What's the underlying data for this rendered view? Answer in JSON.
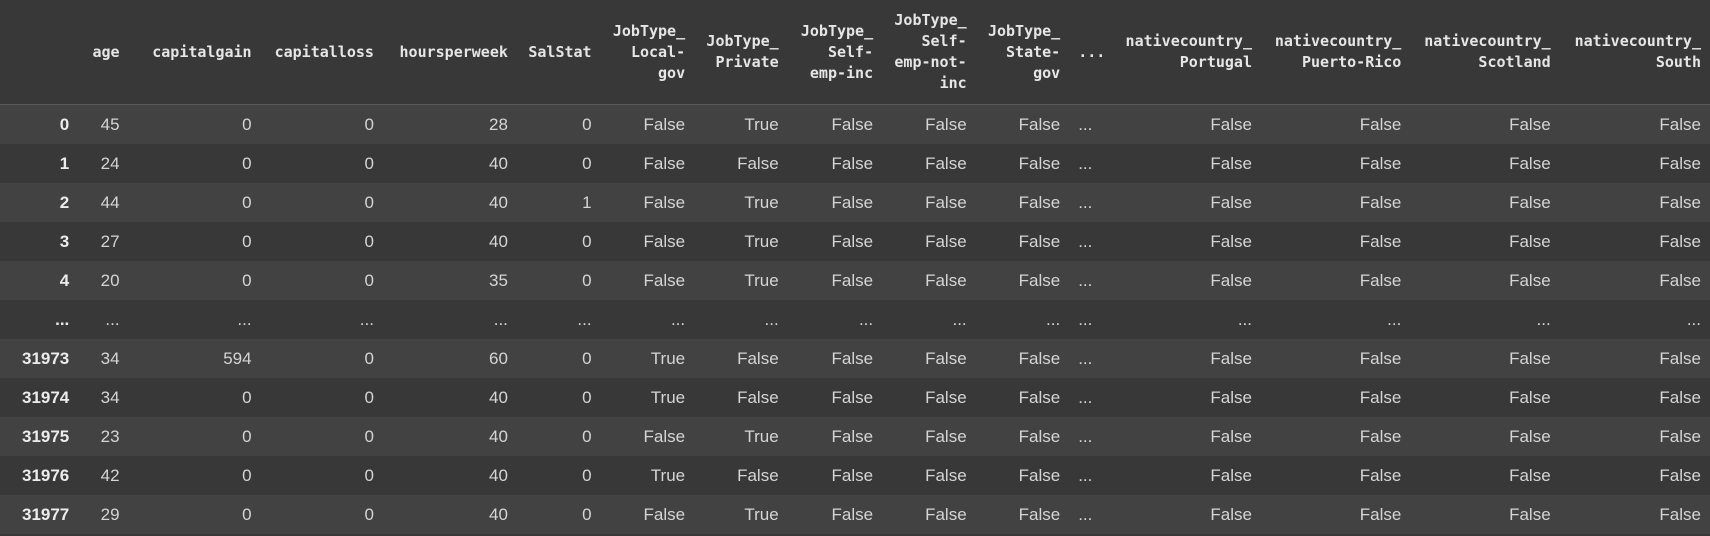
{
  "columns": [
    "",
    "age",
    "capitalgain",
    "capitalloss",
    "hoursperweek",
    "SalStat",
    "JobType_\nLocal-\ngov",
    "JobType_\nPrivate",
    "JobType_\nSelf-\nemp-inc",
    "JobType_\nSelf-\nemp-not-\ninc",
    "JobType_\nState-\ngov",
    "...",
    "nativecountry_\nPortugal",
    "nativecountry_\nPuerto-Rico",
    "nativecountry_\nScotland",
    "nativecountry_\nSouth"
  ],
  "rows": [
    [
      "0",
      "45",
      "0",
      "0",
      "28",
      "0",
      "False",
      "True",
      "False",
      "False",
      "False",
      "...",
      "False",
      "False",
      "False",
      "False"
    ],
    [
      "1",
      "24",
      "0",
      "0",
      "40",
      "0",
      "False",
      "False",
      "False",
      "False",
      "False",
      "...",
      "False",
      "False",
      "False",
      "False"
    ],
    [
      "2",
      "44",
      "0",
      "0",
      "40",
      "1",
      "False",
      "True",
      "False",
      "False",
      "False",
      "...",
      "False",
      "False",
      "False",
      "False"
    ],
    [
      "3",
      "27",
      "0",
      "0",
      "40",
      "0",
      "False",
      "True",
      "False",
      "False",
      "False",
      "...",
      "False",
      "False",
      "False",
      "False"
    ],
    [
      "4",
      "20",
      "0",
      "0",
      "35",
      "0",
      "False",
      "True",
      "False",
      "False",
      "False",
      "...",
      "False",
      "False",
      "False",
      "False"
    ],
    [
      "...",
      "...",
      "...",
      "...",
      "...",
      "...",
      "...",
      "...",
      "...",
      "...",
      "...",
      "...",
      "...",
      "...",
      "...",
      "..."
    ],
    [
      "31973",
      "34",
      "594",
      "0",
      "60",
      "0",
      "True",
      "False",
      "False",
      "False",
      "False",
      "...",
      "False",
      "False",
      "False",
      "False"
    ],
    [
      "31974",
      "34",
      "0",
      "0",
      "40",
      "0",
      "True",
      "False",
      "False",
      "False",
      "False",
      "...",
      "False",
      "False",
      "False",
      "False"
    ],
    [
      "31975",
      "23",
      "0",
      "0",
      "40",
      "0",
      "False",
      "True",
      "False",
      "False",
      "False",
      "...",
      "False",
      "False",
      "False",
      "False"
    ],
    [
      "31976",
      "42",
      "0",
      "0",
      "40",
      "0",
      "True",
      "False",
      "False",
      "False",
      "False",
      "...",
      "False",
      "False",
      "False",
      "False"
    ],
    [
      "31977",
      "29",
      "0",
      "0",
      "40",
      "0",
      "False",
      "True",
      "False",
      "False",
      "False",
      "...",
      "False",
      "False",
      "False",
      "False"
    ]
  ]
}
